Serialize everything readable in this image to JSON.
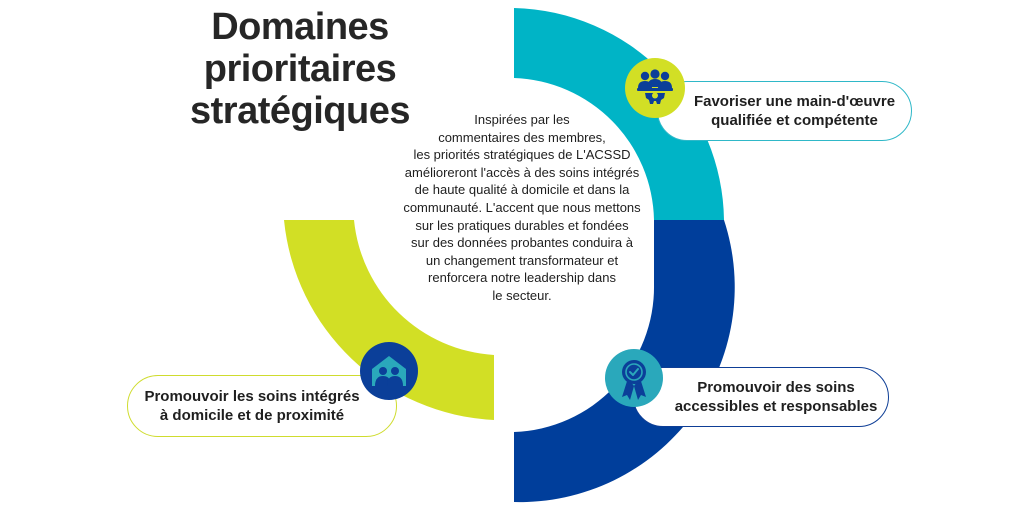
{
  "title_lines": [
    "Domaines",
    "prioritaires",
    "stratégiques"
  ],
  "intro_lines": [
    "Inspirées par les",
    "commentaires des membres,",
    "les priorités stratégiques de L'ACSSD",
    "amélioreront l'accès à des soins intégrés",
    "de haute qualité à domicile et dans la",
    "communauté. L'accent que nous mettons",
    "sur les pratiques durables et fondées",
    "sur des données probantes conduira à",
    "un changement transformateur et",
    "renforcera notre leadership dans",
    "le secteur."
  ],
  "priorities": [
    {
      "lines": [
        "Favoriser une main-d'œuvre",
        "qualifiée et compétente"
      ],
      "color": "#00b4c6",
      "icon": "team-gear-icon"
    },
    {
      "lines": [
        "Promouvoir des soins",
        "accessibles et responsables"
      ],
      "color": "#003e9b",
      "icon": "award-ribbon-icon"
    },
    {
      "lines": [
        "Promouvoir les soins intégrés",
        "à domicile et de proximité"
      ],
      "color": "#d2df25",
      "icon": "home-family-icon"
    }
  ],
  "icon_colors": {
    "team_bg": "#d2df25",
    "team_fg": "#0b3f99",
    "award_bg": "#2aa8bb",
    "award_fg": "#0b3f99",
    "home_bg": "#0b3f99",
    "home_fg": "#2aa8bb"
  }
}
